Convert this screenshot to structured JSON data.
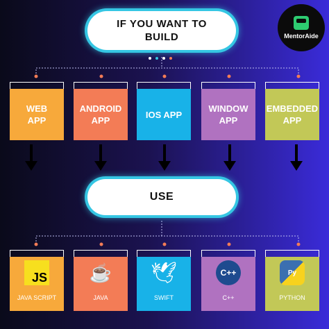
{
  "header": {
    "line1": "IF YOU WANT TO",
    "line2": "BUILD"
  },
  "brand": {
    "name": "MentorAide"
  },
  "use_label": "USE",
  "apps": [
    {
      "label_1": "WEB",
      "label_2": "APP",
      "color": "#f7a93b"
    },
    {
      "label_1": "ANDROID",
      "label_2": "APP",
      "color": "#f37c56"
    },
    {
      "label_1": "IOS APP",
      "label_2": "",
      "color": "#18b2e8"
    },
    {
      "label_1": "WINDOW",
      "label_2": "APP",
      "color": "#b072c0"
    },
    {
      "label_1": "EMBEDDED",
      "label_2": "APP",
      "color": "#c2c857"
    }
  ],
  "languages": [
    {
      "label": "JAVA SCRIPT",
      "icon": "javascript-logo-icon",
      "glyph": "JS",
      "color": "#f7a93b"
    },
    {
      "label": "JAVA",
      "icon": "java-logo-icon",
      "glyph": "☕",
      "color": "#f37c56"
    },
    {
      "label": "SWIFT",
      "icon": "swift-logo-icon",
      "glyph": "🕊",
      "color": "#18b2e8"
    },
    {
      "label": "C++",
      "icon": "cpp-logo-icon",
      "glyph": "C++",
      "color": "#b072c0"
    },
    {
      "label": "PYTHON",
      "icon": "python-logo-icon",
      "glyph": "Py",
      "color": "#c2c857"
    }
  ]
}
